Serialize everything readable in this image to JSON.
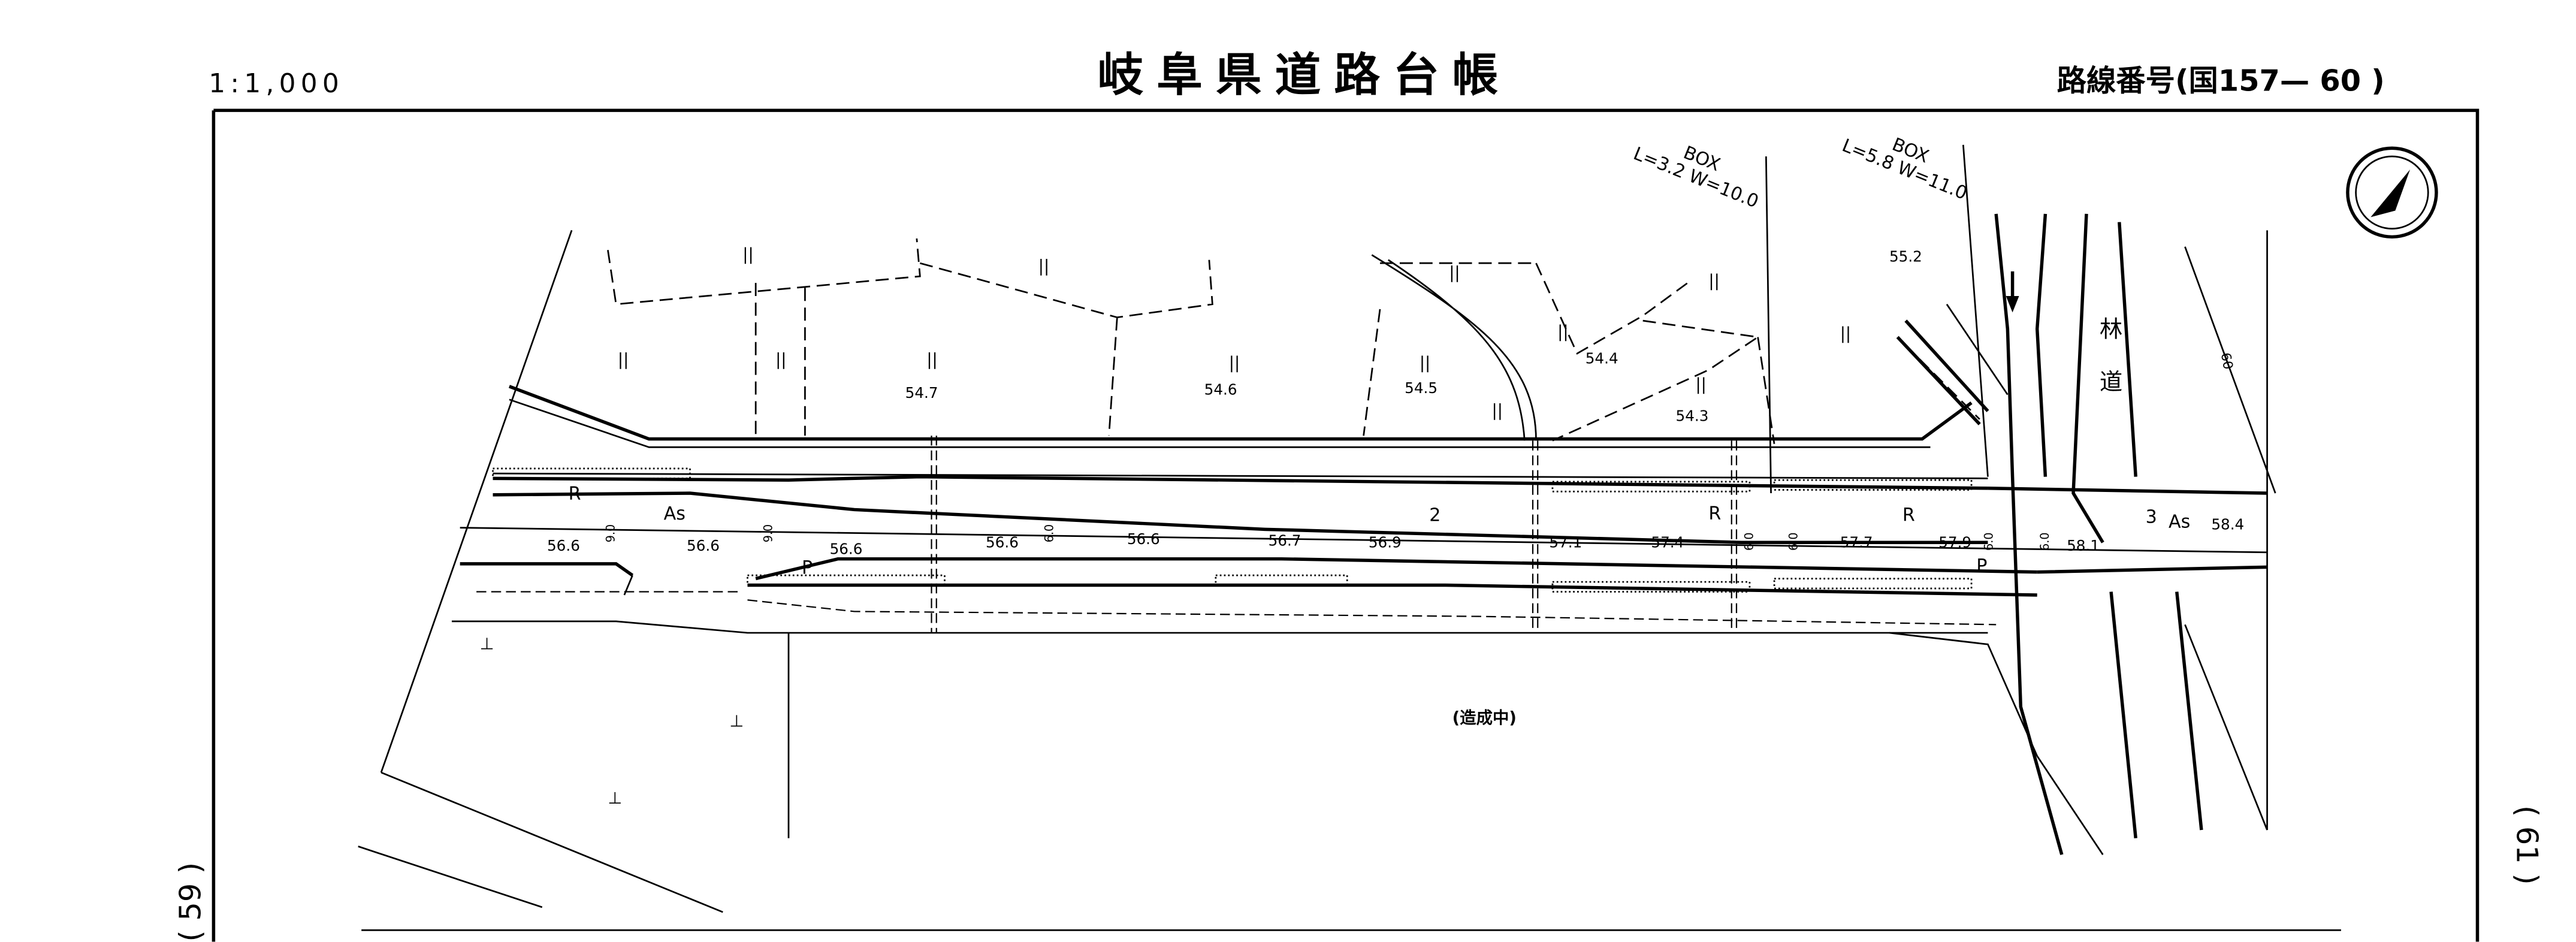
{
  "header": {
    "scale": "1:1,000",
    "title": "岐阜県道路台帳",
    "route_number": "路線番号(国157— 60 )"
  },
  "side_labels": {
    "left": "( 59 )",
    "right": "( 61 )"
  },
  "culverts": [
    {
      "type": "BOX",
      "dims": "L=3.2 W=10.0"
    },
    {
      "type": "BOX",
      "dims": "L=5.8 W=11.0"
    }
  ],
  "elevations_north": [
    "54.7",
    "54.6",
    "54.5",
    "54.4",
    "54.3",
    "55.2"
  ],
  "elevations_road": [
    "56.6",
    "56.6",
    "56.6",
    "56.6",
    "56.6",
    "56.7",
    "56.9",
    "57.1",
    "57.4",
    "57.7",
    "57.9",
    "58.1",
    "58.4"
  ],
  "road_labels": {
    "surface": "As",
    "surface2": "As",
    "station2": "2",
    "station3": "3",
    "r": "R",
    "p": "P",
    "width_9": "9.0",
    "width_6": "6.0"
  },
  "land_use": {
    "paddy": "||",
    "field": "⊥"
  },
  "forest_road": "林道",
  "construction_note": "(造成中)",
  "contour": "60"
}
